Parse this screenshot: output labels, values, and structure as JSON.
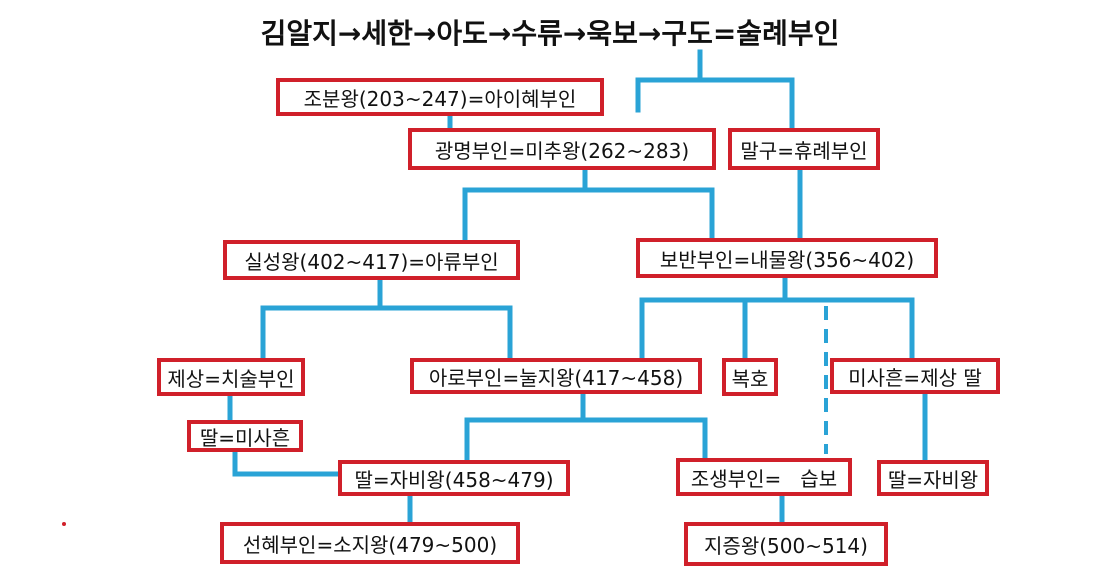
{
  "title": "김알지→세한→아도→수류→욱보→구도=술례부인",
  "colors": {
    "line": "#2aa3d6",
    "box_border": "#d0202a",
    "text": "#111111"
  },
  "nodes": {
    "jobun": "조분왕(203~247)=아이혜부인",
    "gwangmyeong": "광명부인=미추왕(262~283)",
    "malgu": "말구=휴례부인",
    "silseong": "실성왕(402~417)=아류부인",
    "boban": "보반부인=내물왕(356~402)",
    "jesang": "제상=치술부인",
    "aro": "아로부인=눌지왕(417~458)",
    "bokho": "복호",
    "misaheun_jesang": "미사흔=제상 딸",
    "ttal_misaheun": "딸=미사흔",
    "ttal_jabi_1": "딸=자비왕(458~479)",
    "josaeng": "조생부인=   습보",
    "ttal_jabi_2": "딸=자비왕",
    "seonhye": "선혜부인=소지왕(479~500)",
    "jijeung": "지증왕(500~514)"
  }
}
